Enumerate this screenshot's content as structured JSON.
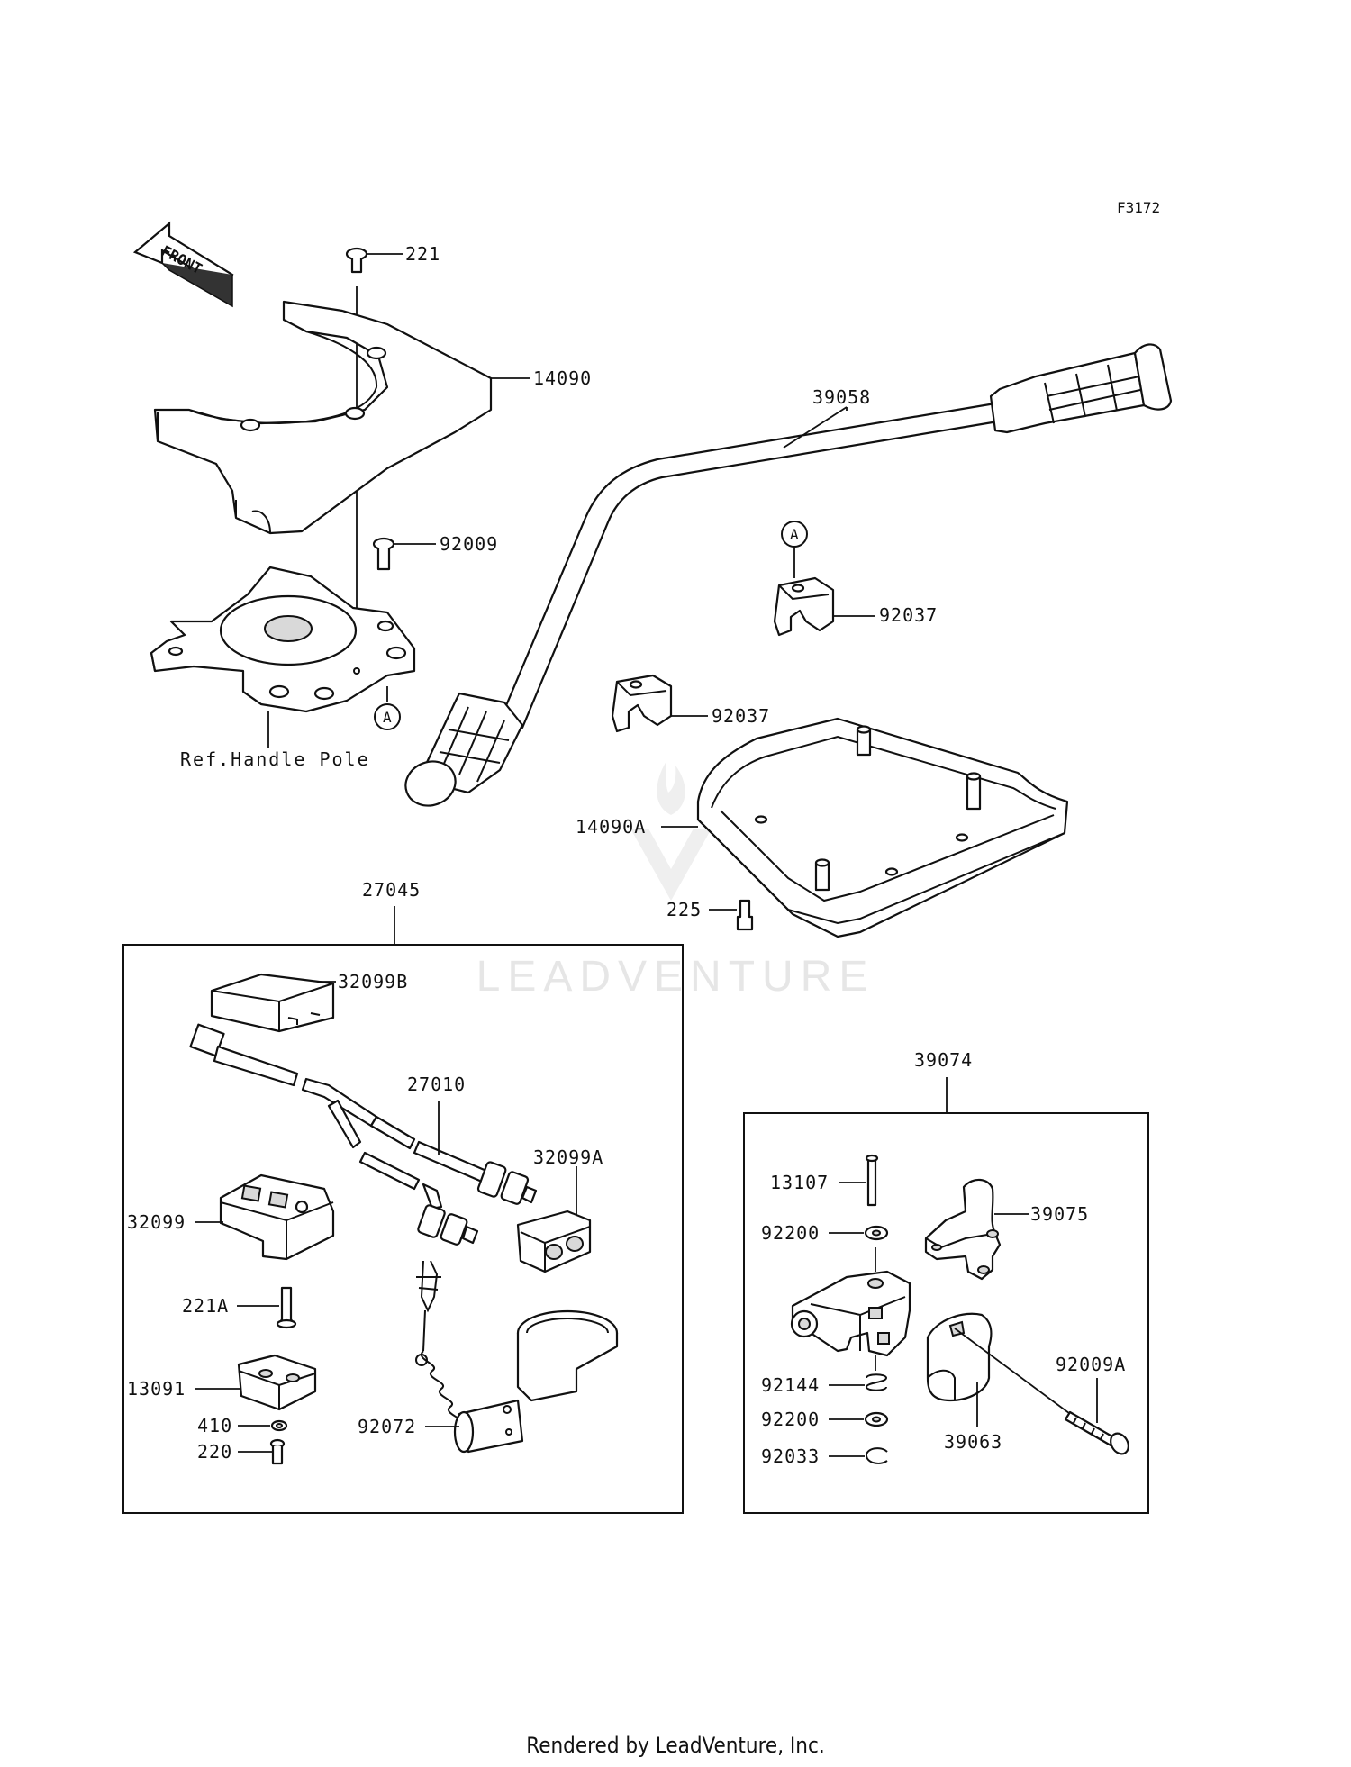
{
  "diagram": {
    "code": "F3172",
    "front_arrow": "FRONT",
    "watermark": "LEADVENTURE",
    "footer": "Rendered by LeadVenture, Inc.",
    "ref_note": "Ref.Handle Pole",
    "marker": "A",
    "labels": {
      "p221": "221",
      "p14090": "14090",
      "p92009": "92009",
      "p39058": "39058",
      "p92037_upper": "92037",
      "p92037_lower": "92037",
      "p14090A": "14090A",
      "p225": "225",
      "p27045": "27045",
      "p32099B": "32099B",
      "p27010": "27010",
      "p32099A": "32099A",
      "p32099": "32099",
      "p221A": "221A",
      "p13091": "13091",
      "p410": "410",
      "p220": "220",
      "p92072": "92072",
      "p39074": "39074",
      "p13107": "13107",
      "p39075": "39075",
      "p92200_upper": "92200",
      "p92144": "92144",
      "p92200_lower": "92200",
      "p92033": "92033",
      "p92009A": "92009A",
      "p39063": "39063"
    }
  }
}
